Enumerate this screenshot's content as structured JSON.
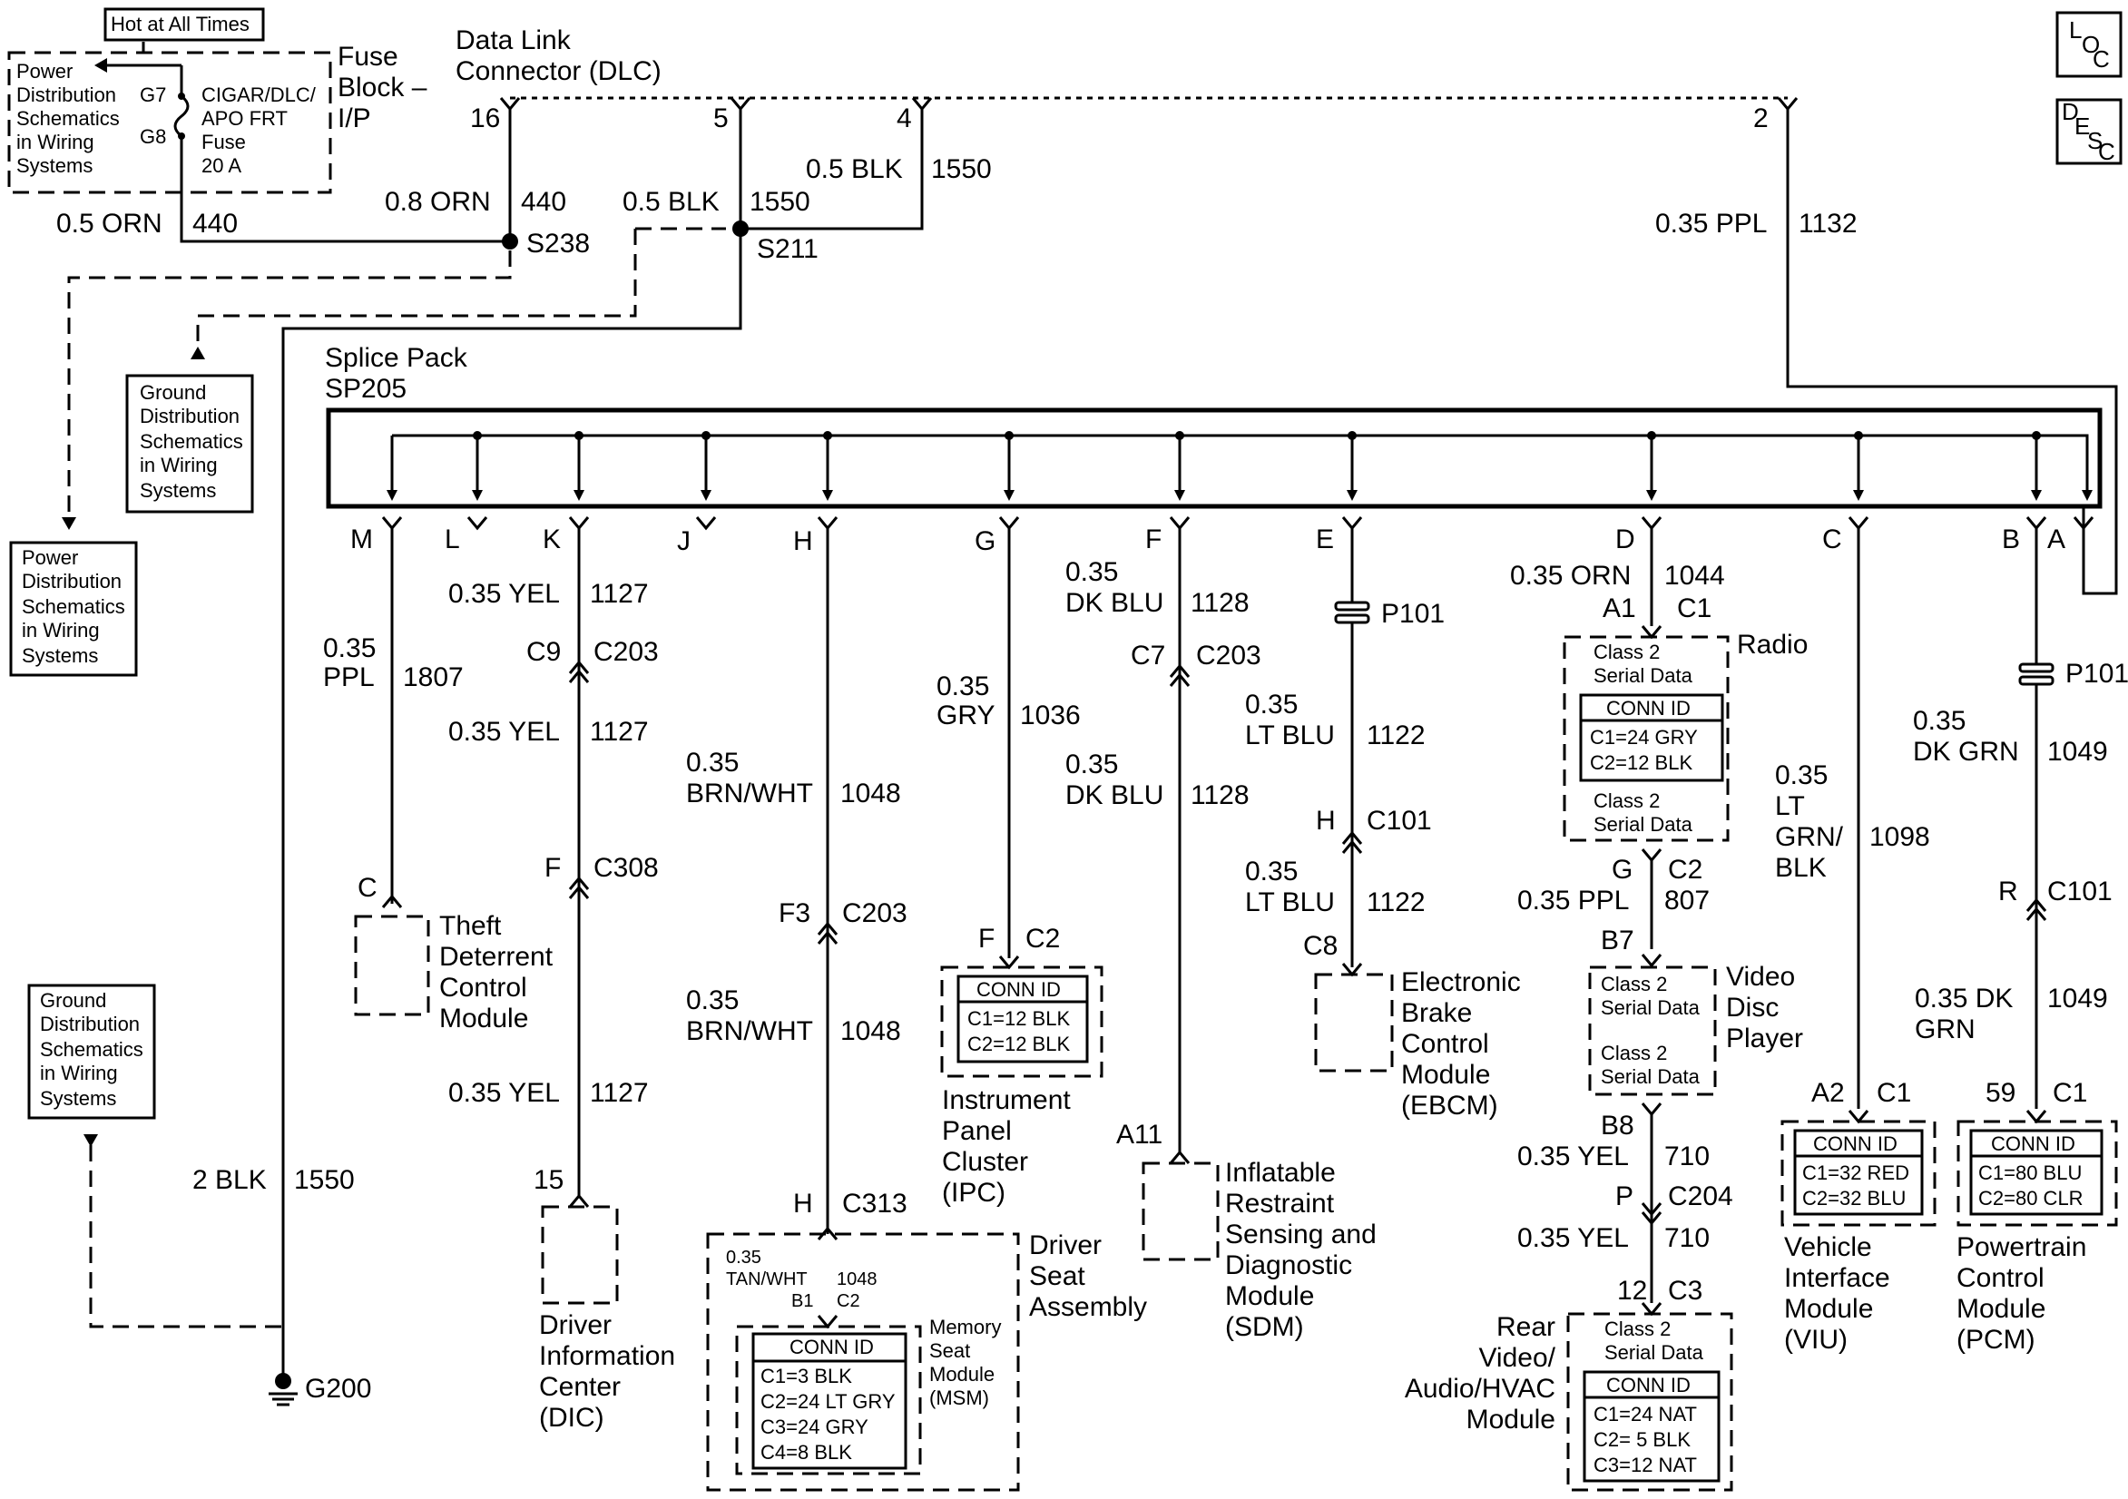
{
  "corner_buttons": {
    "loc": [
      "L",
      "O",
      "C"
    ],
    "desc": [
      "D",
      "E",
      "S",
      "C"
    ]
  },
  "power": {
    "hot": "Hot at All Times",
    "pd_top": [
      "Power",
      "Distribution",
      "Schematics",
      "in Wiring",
      "Systems"
    ],
    "g7": "G7",
    "g8": "G8",
    "fuse": [
      "CIGAR/DLC/",
      "APO FRT",
      "Fuse",
      "20 A"
    ],
    "fuse_block": [
      "Fuse",
      "Block –",
      "I/P"
    ],
    "wire_440_color": "0.5 ORN",
    "wire_440_num": "440"
  },
  "dlc": {
    "title": [
      "Data Link",
      "Connector (DLC)"
    ],
    "pins": {
      "p16": "16",
      "p5": "5",
      "p4": "4",
      "p2": "2"
    },
    "w16_color": "0.8 ORN",
    "w16_num": "440",
    "w5_color": "0.5 BLK",
    "w5_num": "1550",
    "w4_color": "0.5 BLK",
    "w4_num": "1550",
    "w2_color": "0.35 PPL",
    "w2_num": "1132",
    "s238": "S238",
    "s211": "S211"
  },
  "ground": {
    "gd1": [
      "Ground",
      "Distribution",
      "Schematics",
      "in Wiring",
      "Systems"
    ],
    "pd2": [
      "Power",
      "Distribution",
      "Schematics",
      "in Wiring",
      "Systems"
    ],
    "gd2": [
      "Ground",
      "Distribution",
      "Schematics",
      "in Wiring",
      "Systems"
    ],
    "w_color": "2 BLK",
    "w_num": "1550",
    "g200": "G200"
  },
  "splice": {
    "title": [
      "Splice Pack",
      "SP205"
    ],
    "pins": [
      "M",
      "L",
      "K",
      "J",
      "H",
      "G",
      "F",
      "E",
      "D",
      "C",
      "B",
      "A"
    ]
  },
  "branch_m": {
    "color": [
      "0.35",
      "PPL"
    ],
    "num": "1807",
    "pin": "C",
    "module": [
      "Theft",
      "Deterrent",
      "Control",
      "Module"
    ]
  },
  "branch_k": {
    "c1": "0.35 YEL",
    "n1": "1127",
    "conn1a": "C9",
    "conn1b": "C203",
    "c2": "0.35 YEL",
    "n2": "1127",
    "conn2a": "F",
    "conn2b": "C308",
    "c3": "0.35 YEL",
    "n3": "1127",
    "pin": "15",
    "module": [
      "Driver",
      "Information",
      "Center",
      "(DIC)"
    ]
  },
  "branch_h": {
    "c1": [
      "0.35",
      "BRN/WHT"
    ],
    "n1": "1048",
    "conn1a": "F3",
    "conn1b": "C203",
    "c2": [
      "0.35",
      "BRN/WHT"
    ],
    "n2": "1048",
    "conn2a": "H",
    "conn2b": "C313",
    "c3": [
      "0.35",
      "TAN/WHT"
    ],
    "n3": "1048",
    "pin": "B1",
    "pinc": "C2",
    "seat": [
      "Driver",
      "Seat",
      "Assembly"
    ],
    "msm": [
      "Memory",
      "Seat",
      "Module",
      "(MSM)"
    ],
    "conn_id": "CONN ID",
    "conns": [
      "C1=3 BLK",
      "C2=24 LT GRY",
      "C3=24 GRY",
      "C4=8 BLK"
    ]
  },
  "branch_g": {
    "color": [
      "0.35",
      "GRY"
    ],
    "num": "1036",
    "pin": "F",
    "pinc": "C2",
    "conn_id": "CONN ID",
    "conns": [
      "C1=12 BLK",
      "C2=12 BLK"
    ],
    "module": [
      "Instrument",
      "Panel",
      "Cluster",
      "(IPC)"
    ]
  },
  "branch_f": {
    "c1": [
      "0.35",
      "DK BLU"
    ],
    "n1": "1128",
    "conna": "C7",
    "connb": "C203",
    "c2": [
      "0.35",
      "DK BLU"
    ],
    "n2": "1128",
    "pin": "A11",
    "module": [
      "Inflatable",
      "Restraint",
      "Sensing and",
      "Diagnostic",
      "Module",
      "(SDM)"
    ]
  },
  "branch_e": {
    "p101": "P101",
    "c1": [
      "0.35",
      "LT BLU"
    ],
    "n1": "1122",
    "conna": "H",
    "connb": "C101",
    "c2": [
      "0.35",
      "LT BLU"
    ],
    "n2": "1122",
    "pin": "C8",
    "module": [
      "Electronic",
      "Brake",
      "Control",
      "Module",
      "(EBCM)"
    ]
  },
  "branch_d": {
    "c1": "0.35 ORN",
    "n1": "1044",
    "pa": "A1",
    "pc": "C1",
    "radio": "Radio",
    "class2": [
      "Class 2",
      "Serial Data"
    ],
    "conn_id": "CONN ID",
    "radio_conns": [
      "C1=24 GRY",
      "C2=12 BLK"
    ],
    "pg": "G",
    "pgc": "C2",
    "c2": "0.35 PPL",
    "n2": "807",
    "pb7": "B7",
    "dvd": [
      "Video",
      "Disc",
      "Player"
    ],
    "pb8": "B8",
    "c3": "0.35 YEL",
    "n3": "710",
    "pp": "P",
    "ppc": "C204",
    "c4": "0.35 YEL",
    "n4": "710",
    "p12": "12",
    "p12c": "C3",
    "rear": [
      "Rear",
      "Video/",
      "Audio/HVAC",
      "Module"
    ],
    "rear_conns": [
      "C1=24 NAT",
      "C2= 5 BLK",
      "C3=12 NAT"
    ]
  },
  "branch_c": {
    "color": [
      "0.35",
      "LT",
      "GRN/",
      "BLK"
    ],
    "num": "1098",
    "pin": "A2",
    "pinc": "C1",
    "conn_id": "CONN ID",
    "conns": [
      "C1=32 RED",
      "C2=32 BLU"
    ],
    "module": [
      "Vehicle",
      "Interface",
      "Module",
      "(VIU)"
    ]
  },
  "branch_b": {
    "p101": "P101",
    "c1": [
      "0.35",
      "DK GRN"
    ],
    "n1": "1049",
    "conna": "R",
    "connb": "C101",
    "c2": [
      "0.35 DK",
      "GRN"
    ],
    "n2": "1049",
    "pin": "59",
    "pinc": "C1",
    "conn_id": "CONN ID",
    "conns": [
      "C1=80 BLU",
      "C2=80 CLR"
    ],
    "module": [
      "Powertrain",
      "Control",
      "Module",
      "(PCM)"
    ]
  }
}
